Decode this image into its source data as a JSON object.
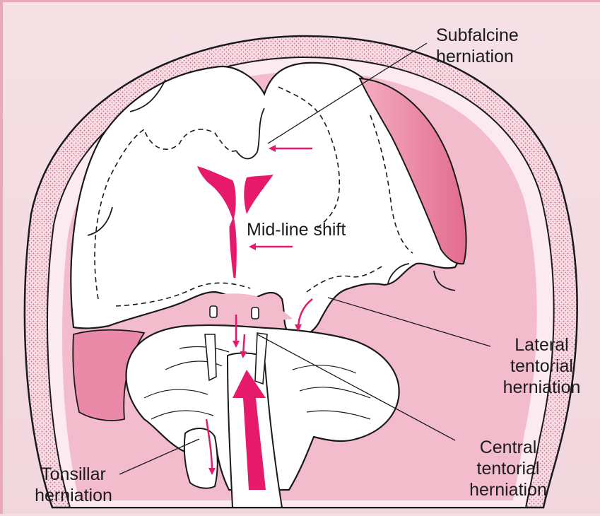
{
  "labels": {
    "subfalcine": [
      "Subfalcine",
      "herniation"
    ],
    "midline": [
      "Mid-line shift"
    ],
    "lateral": [
      "Lateral",
      "tentorial",
      "herniation"
    ],
    "central": [
      "Central",
      "tentorial",
      "herniation"
    ],
    "tonsillar": [
      "Tonsillar",
      "herniation"
    ]
  },
  "colors": {
    "accent": "#e6196b",
    "tissue_pink": "#f2b3c6",
    "hematoma": "#e57f9c",
    "outline": "#1a1a1a",
    "brain_fill": "#ffffff",
    "background": "#f4dde3"
  },
  "icons": [
    "arrow-icon"
  ]
}
